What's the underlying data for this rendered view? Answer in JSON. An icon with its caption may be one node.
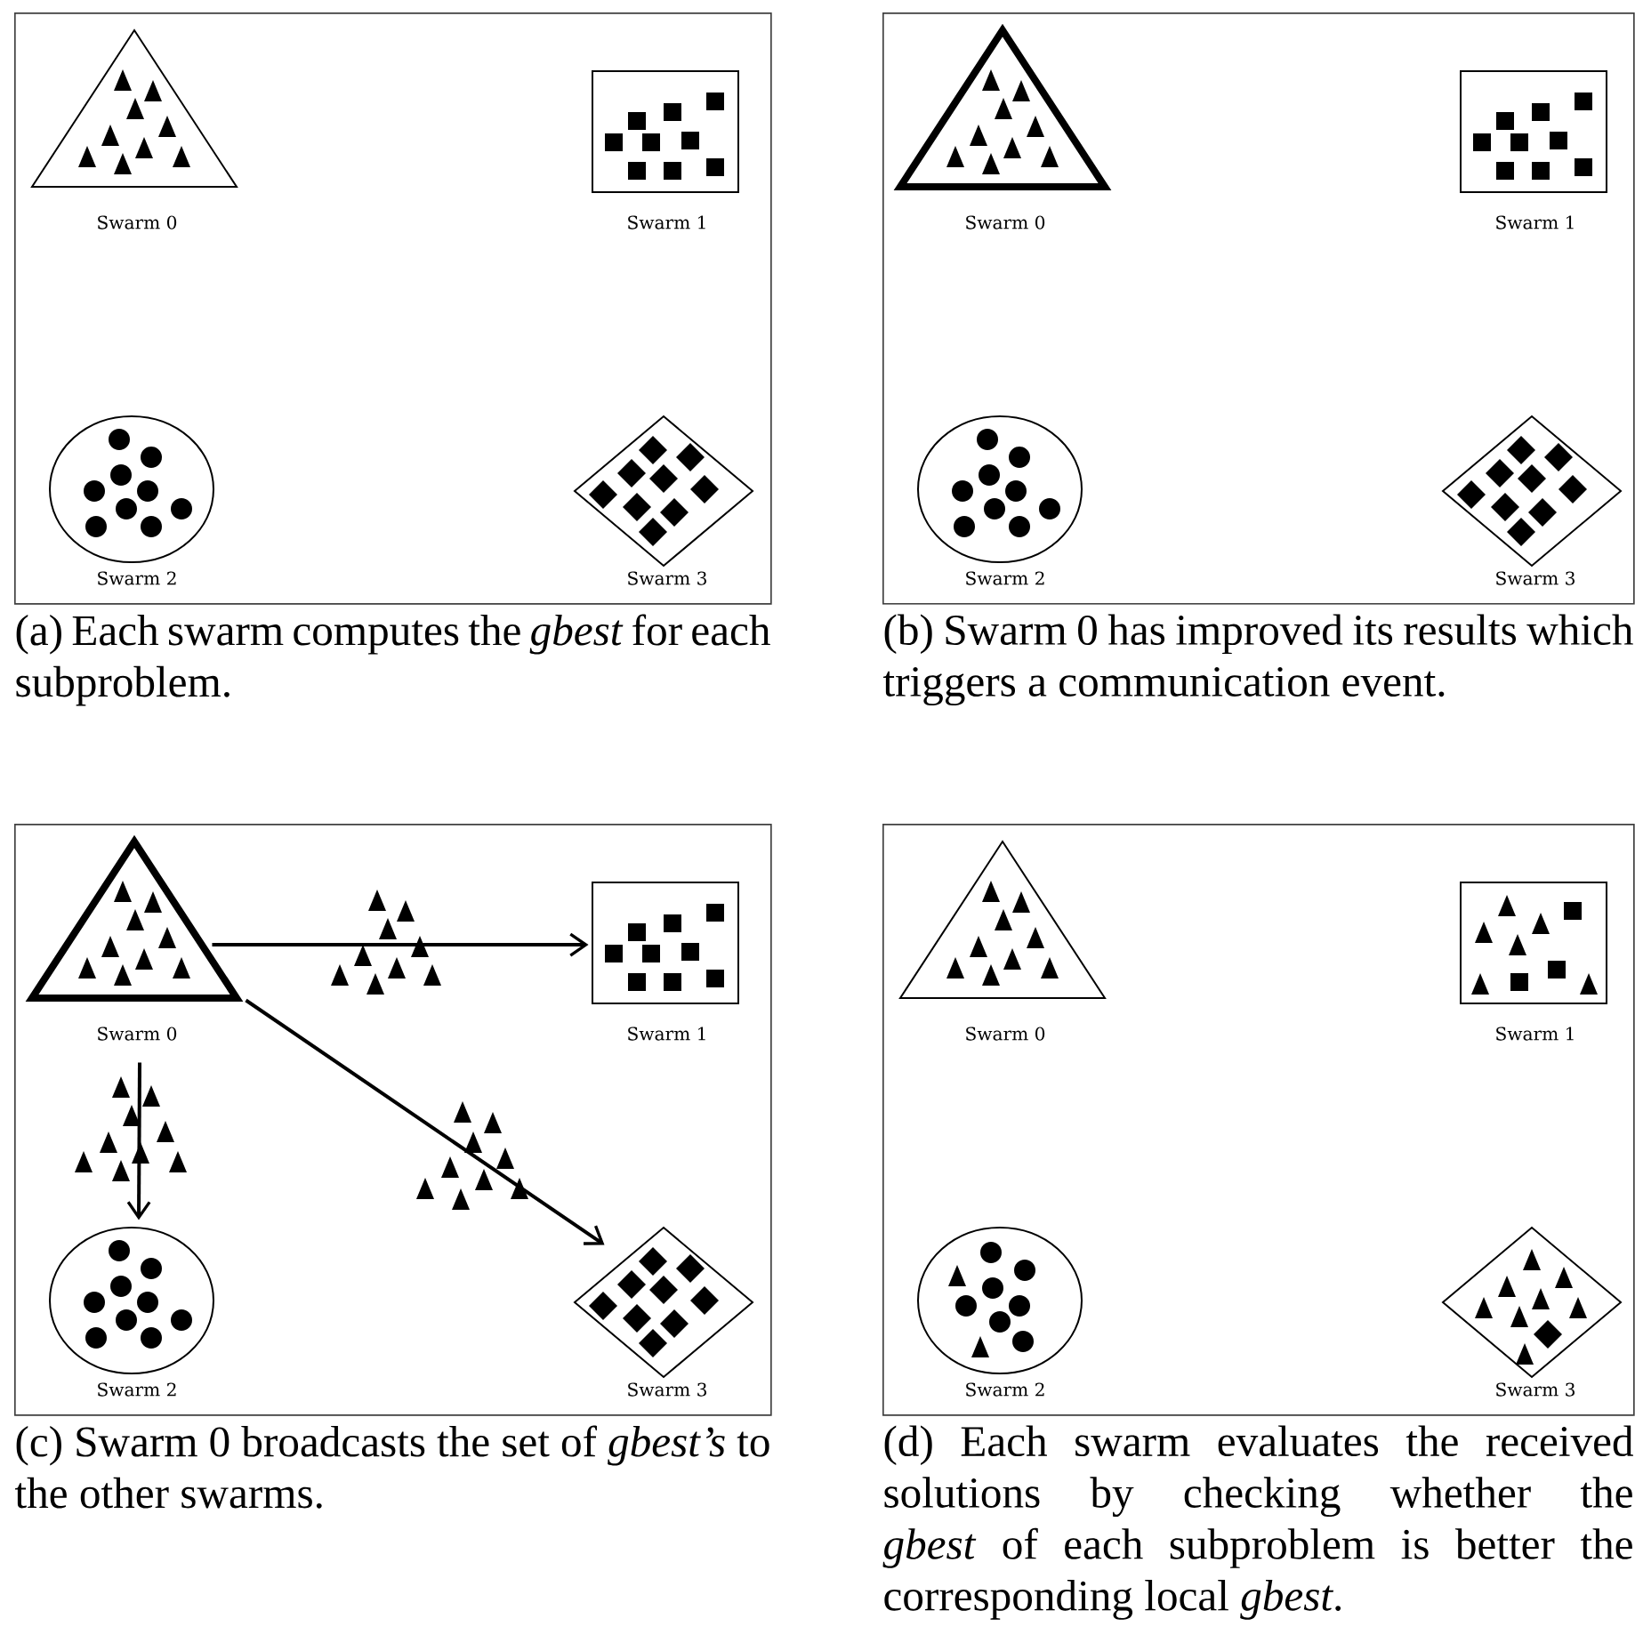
{
  "diagram": {
    "nodes": [
      {
        "text": [],
        "shape": "box"
      },
      {
        "text": [
          "Swarm 0"
        ],
        "in": 0
      },
      {
        "text": [
          "Swarm 1"
        ],
        "in": 0
      },
      {
        "text": [
          "Swarm 2"
        ],
        "in": 0
      },
      {
        "text": [
          "Swarm 3"
        ],
        "in": 0
      },
      {
        "text": [],
        "shape": "box"
      },
      {
        "text": [
          "Swarm 0"
        ],
        "in": 5
      },
      {
        "text": [
          "Swarm 1"
        ],
        "in": 5
      },
      {
        "text": [
          "Swarm 2"
        ],
        "in": 5
      },
      {
        "text": [
          "Swarm 3"
        ],
        "in": 5
      },
      {
        "text": [],
        "shape": "box"
      },
      {
        "text": [
          "Swarm 0"
        ],
        "in": 10
      },
      {
        "text": [
          "Swarm 1"
        ],
        "in": 10
      },
      {
        "text": [
          "Swarm 2"
        ],
        "in": 10
      },
      {
        "text": [
          "Swarm 3"
        ],
        "in": 10
      },
      {
        "text": [],
        "shape": "box"
      },
      {
        "text": [
          "Swarm 0"
        ],
        "in": 15
      },
      {
        "text": [
          "Swarm 1"
        ],
        "in": 15
      },
      {
        "text": [
          "Swarm 2"
        ],
        "in": 15
      },
      {
        "text": [
          "Swarm 3"
        ],
        "in": 15
      }
    ],
    "edges": [
      {
        "from": 11,
        "to": 12,
        "arrow": "to"
      },
      {
        "from": 11,
        "to": 13,
        "arrow": "to"
      },
      {
        "from": 11,
        "to": 14,
        "arrow": "to"
      }
    ],
    "labels": [
      "(a) Each swarm computes the *gbest* for each subproblem.",
      "(b) Swarm 0 has improved its results which triggers a communication event.",
      "(c) Swarm 0 broadcasts the set of *gbest’s* to the other swarms.",
      "(d) Each swarm evaluates the received solutions by checking whether the *gbest* of each subproblem is better the corresponding local *gbest*."
    ]
  }
}
